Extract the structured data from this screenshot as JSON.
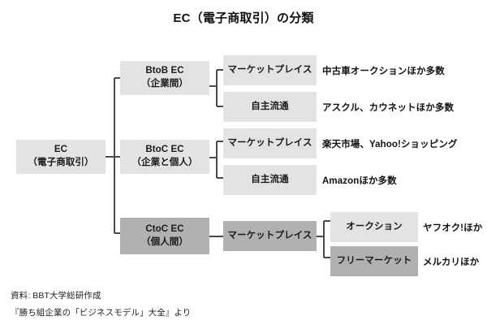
{
  "title": "EC（電子商取引）の分類",
  "root": {
    "label": "EC\n（電子商取引）",
    "tone": "light"
  },
  "level2": [
    {
      "label": "BtoB EC\n（企業間）",
      "tone": "light"
    },
    {
      "label": "BtoC EC\n（企業と個人）",
      "tone": "light"
    },
    {
      "label": "CtoC EC\n（個人間）",
      "tone": "dark"
    }
  ],
  "level3": [
    {
      "label": "マーケットプレイス",
      "tone": "light"
    },
    {
      "label": "自主流通",
      "tone": "light"
    },
    {
      "label": "マーケットプレイス",
      "tone": "light"
    },
    {
      "label": "自主流通",
      "tone": "light"
    },
    {
      "label": "マーケットプレイス",
      "tone": "dark"
    }
  ],
  "level4": [
    {
      "label": "オークション",
      "tone": "light"
    },
    {
      "label": "フリーマーケット",
      "tone": "dark"
    }
  ],
  "examples": [
    {
      "label": "中古車オークションほか多数"
    },
    {
      "label": "アスクル、カウネットほか多数"
    },
    {
      "label": "楽天市場、Yahoo!ショッピング"
    },
    {
      "label": "Amazonほか多数"
    },
    {
      "label": "ヤフオク!ほか"
    },
    {
      "label": "メルカリほか"
    }
  ],
  "footer": {
    "line1": "資料: BBT大学総研作成",
    "line2": "『勝ち組企業の「ビジネスモデル」大全』より"
  },
  "colors": {
    "light_box": "#e3e3e3",
    "dark_box": "#b1b1b1",
    "line": "#4a4a4a",
    "text": "#1a1a1a",
    "background": "#ffffff"
  }
}
